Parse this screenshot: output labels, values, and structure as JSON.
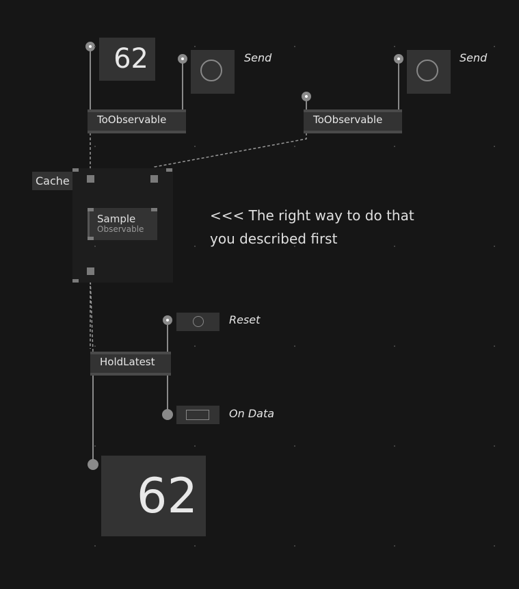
{
  "iobox_top_value": "62",
  "send_label_1": "Send",
  "send_label_2": "Send",
  "node_toobservable_1": "ToObservable",
  "node_toobservable_2": "ToObservable",
  "region_cache": "Cache",
  "node_sample": "Sample",
  "node_sample_category": "Observable",
  "comment": "<<< The right way to do that you described first",
  "reset_label": "Reset",
  "node_holdlatest": "HoldLatest",
  "ondata_label": "On Data",
  "iobox_bottom_value": "62"
}
